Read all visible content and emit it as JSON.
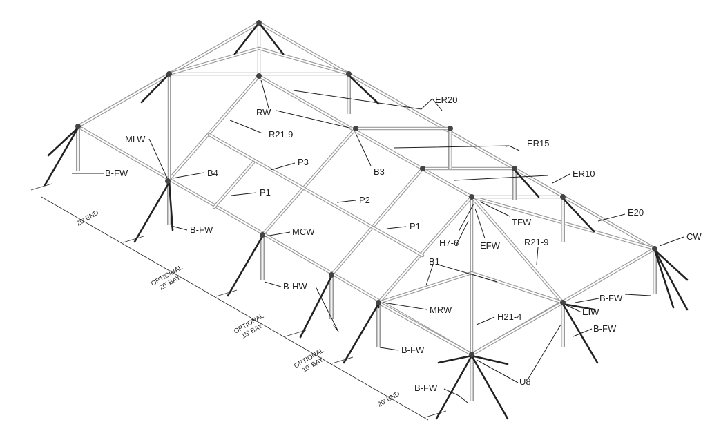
{
  "labels": {
    "er20": "ER20",
    "rw": "RW",
    "r21_9_back": "R21-9",
    "mlw": "MLW",
    "er15": "ER15",
    "b_fw_1": "B-FW",
    "b4": "B4",
    "p3": "P3",
    "b3": "B3",
    "er10": "ER10",
    "p1_a": "P1",
    "p2": "P2",
    "e20": "E20",
    "b_fw_2": "B-FW",
    "tfw": "TFW",
    "mcw": "MCW",
    "p1_b": "P1",
    "cw": "CW",
    "h7_6": "H7-6",
    "efw": "EFW",
    "r21_9_front": "R21-9",
    "b1": "B1",
    "b_hw": "B-HW",
    "b_fw_3": "B-FW",
    "mrw": "MRW",
    "eiw": "EIW",
    "h21_4": "H21-4",
    "b_fw_4": "B-FW",
    "b_fw_5": "B-FW",
    "b_fw_6": "B-FW",
    "u8": "U8"
  },
  "dimensions": {
    "end_1": "20' END",
    "bay_20_line1": "OPTIOINAL",
    "bay_20_line2": "20' BAY",
    "bay_15_line1": "OPTIONAL",
    "bay_15_line2": "15' BAY",
    "bay_10_line1": "OPTIONAL",
    "bay_10_line2": "10' BAY",
    "end_2": "20' END"
  }
}
